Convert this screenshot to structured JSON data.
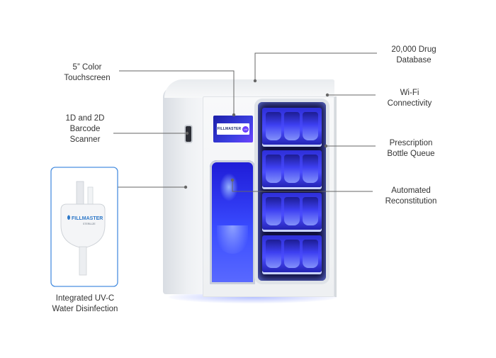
{
  "callouts": {
    "touchscreen": [
      "5” Color",
      "Touchscreen"
    ],
    "drug_database": [
      "20,000 Drug",
      "Database"
    ],
    "wifi": [
      "Wi-Fi",
      "Connectivity"
    ],
    "barcode_scanner": [
      "1D and 2D",
      "Barcode",
      "Scanner"
    ],
    "bottle_queue": [
      "Prescription",
      "Bottle Queue"
    ],
    "reconstitution": [
      "Automated",
      "Reconstitution"
    ],
    "uv_disinfection": [
      "Integrated UV-C",
      "Water Disinfection"
    ]
  },
  "brand": {
    "screen_logo": "FILLMASTER",
    "screen_badge": "UV",
    "module_logo": "FILLMASTER",
    "module_sublogo": "STERILIZE"
  },
  "colors": {
    "line": "#666666",
    "inset_border": "#4a8fe0",
    "uv_blue": "#2f38f0"
  }
}
